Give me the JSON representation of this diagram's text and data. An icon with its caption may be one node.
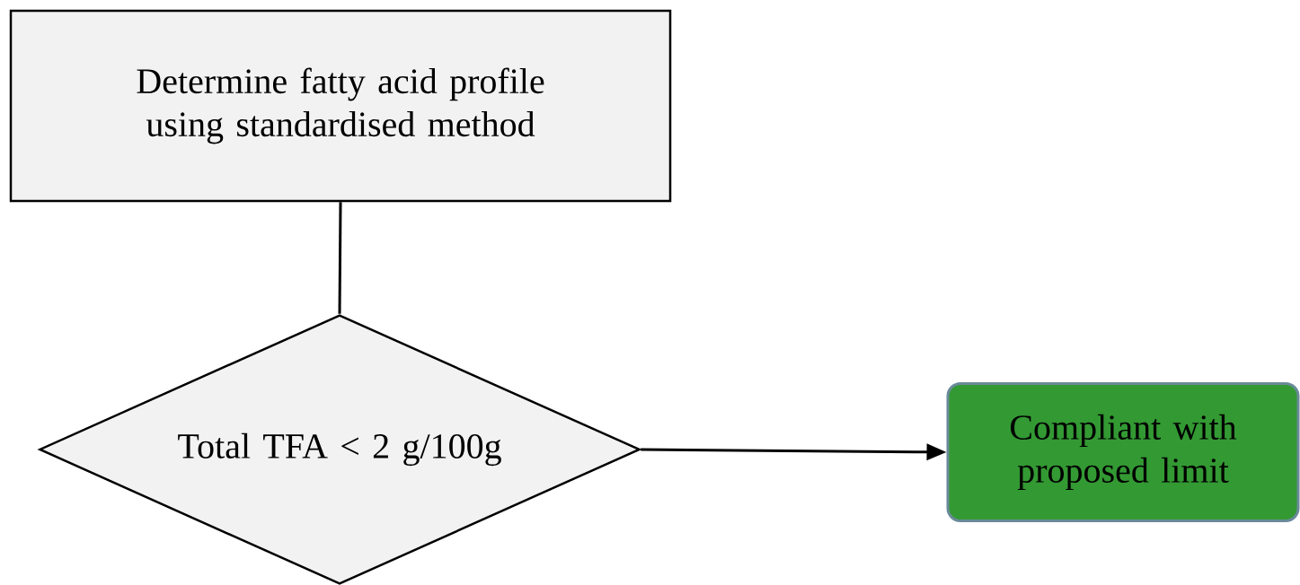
{
  "diagram": {
    "nodes": [
      {
        "text": [
          "Determine fatty acid profile using standardised method"
        ]
      },
      {
        "text": [
          "Total TFA < 2 g/100g"
        ]
      },
      {
        "text": [
          "Compliant with proposed limit"
        ]
      }
    ],
    "edges": [
      {
        "from": 0,
        "to": 1,
        "arrow": "none"
      },
      {
        "from": 1,
        "to": 2,
        "arrow": "to"
      }
    ]
  }
}
